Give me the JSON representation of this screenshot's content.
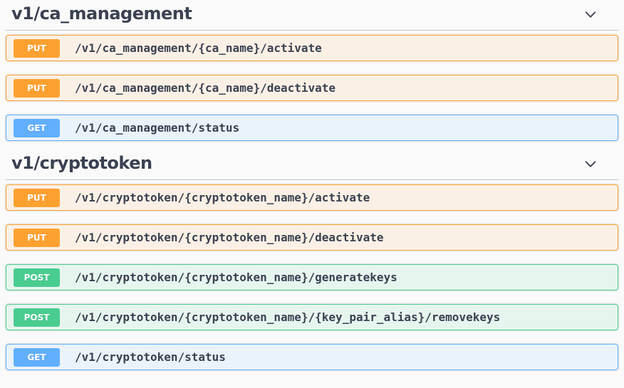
{
  "page": {
    "background_color": "#fafafa",
    "heading_color": "#3b4151"
  },
  "methods": {
    "PUT": {
      "badge_color": "#fca130",
      "border_color": "#fca130",
      "row_background": "rgba(252,161,48,0.1)"
    },
    "GET": {
      "badge_color": "#61affe",
      "border_color": "#61affe",
      "row_background": "rgba(97,175,254,0.1)"
    },
    "POST": {
      "badge_color": "#49cc90",
      "border_color": "#49cc90",
      "row_background": "rgba(73,204,144,0.1)"
    }
  },
  "icons": {
    "section_expand": "chevron-down-icon"
  },
  "sections": [
    {
      "title": "v1/ca_management",
      "expanded_indicator": "chevron-down",
      "endpoints": [
        {
          "method": "PUT",
          "path": "/v1/ca_management/{ca_name}/activate"
        },
        {
          "method": "PUT",
          "path": "/v1/ca_management/{ca_name}/deactivate"
        },
        {
          "method": "GET",
          "path": "/v1/ca_management/status"
        }
      ]
    },
    {
      "title": "v1/cryptotoken",
      "expanded_indicator": "chevron-down",
      "endpoints": [
        {
          "method": "PUT",
          "path": "/v1/cryptotoken/{cryptotoken_name}/activate"
        },
        {
          "method": "PUT",
          "path": "/v1/cryptotoken/{cryptotoken_name}/deactivate"
        },
        {
          "method": "POST",
          "path": "/v1/cryptotoken/{cryptotoken_name}/generatekeys"
        },
        {
          "method": "POST",
          "path": "/v1/cryptotoken/{cryptotoken_name}/{key_pair_alias}/removekeys"
        },
        {
          "method": "GET",
          "path": "/v1/cryptotoken/status"
        }
      ]
    }
  ]
}
